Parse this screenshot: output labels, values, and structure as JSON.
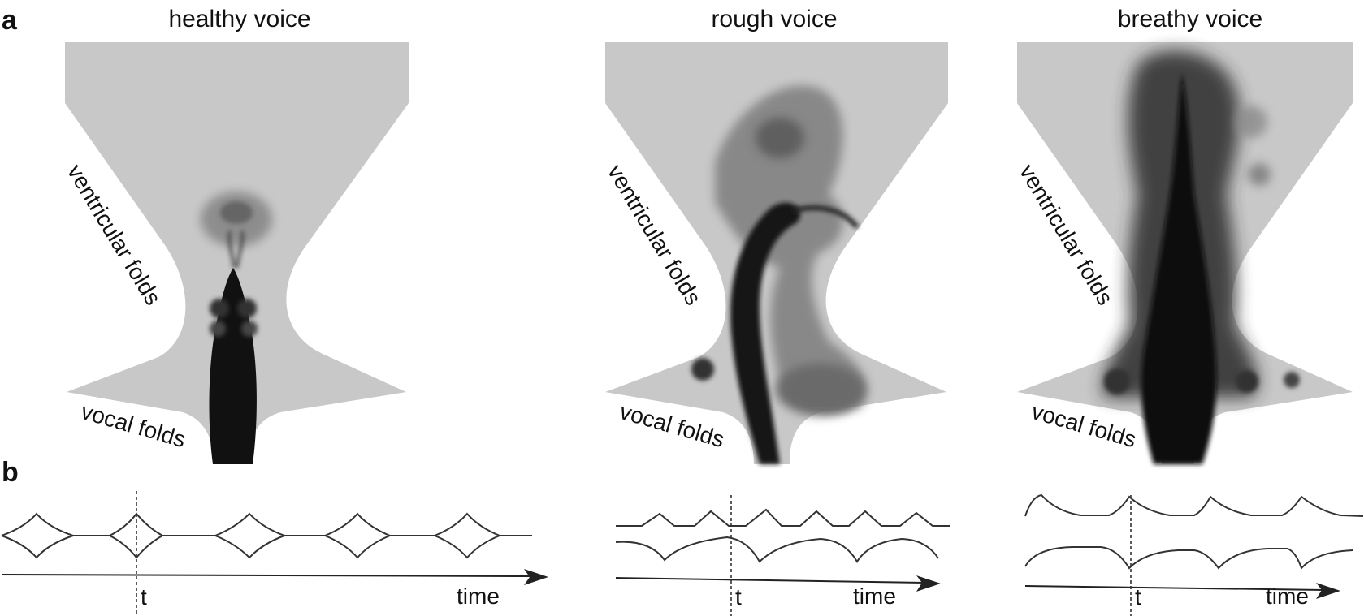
{
  "panel_labels": {
    "a": "a",
    "b": "b"
  },
  "columns": [
    {
      "title": "healthy voice",
      "upper_label": "ventricular folds",
      "lower_label": "vocal folds",
      "time_marker": "t",
      "axis_label": "time"
    },
    {
      "title": "rough voice",
      "upper_label": "ventricular folds",
      "lower_label": "vocal folds",
      "time_marker": "t",
      "axis_label": "time"
    },
    {
      "title": "breathy voice",
      "upper_label": "ventricular folds",
      "lower_label": "vocal folds",
      "time_marker": "t",
      "axis_label": "time"
    }
  ],
  "colors": {
    "channel": "#c8c8c8",
    "jet": "#111111",
    "line": "#333333"
  }
}
